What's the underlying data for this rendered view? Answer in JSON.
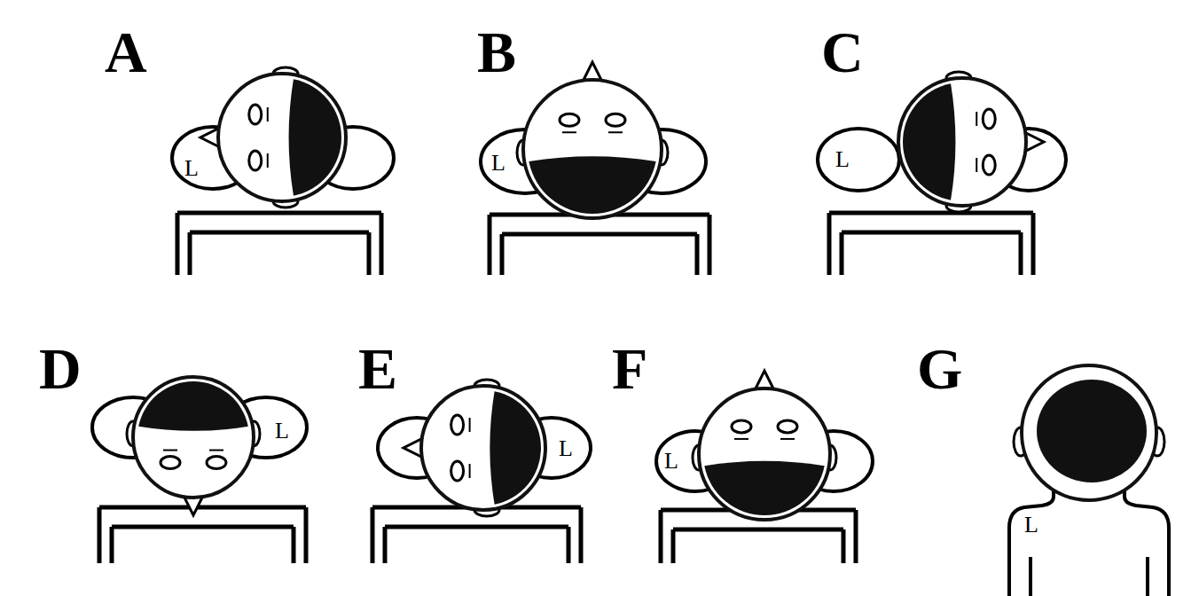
{
  "diagram": {
    "nodes": [
      {
        "text": [
          "A",
          "L"
        ]
      },
      {
        "text": [
          "B",
          "L"
        ]
      },
      {
        "text": [
          "C",
          "L"
        ]
      },
      {
        "text": [
          "D",
          "L"
        ]
      },
      {
        "text": [
          "E",
          "L"
        ]
      },
      {
        "text": [
          "F",
          "L"
        ]
      },
      {
        "text": [
          "G",
          "L"
        ]
      }
    ],
    "edges": [
      {
        "from": 0,
        "to": 1,
        "arrow": "to"
      },
      {
        "from": 1,
        "to": 2,
        "arrow": "to"
      },
      {
        "from": 2,
        "to": 3,
        "arrow": "to"
      },
      {
        "from": 3,
        "to": 4,
        "arrow": "to"
      },
      {
        "from": 4,
        "to": 5,
        "arrow": "to"
      },
      {
        "from": 5,
        "to": 6,
        "arrow": "to"
      }
    ]
  }
}
